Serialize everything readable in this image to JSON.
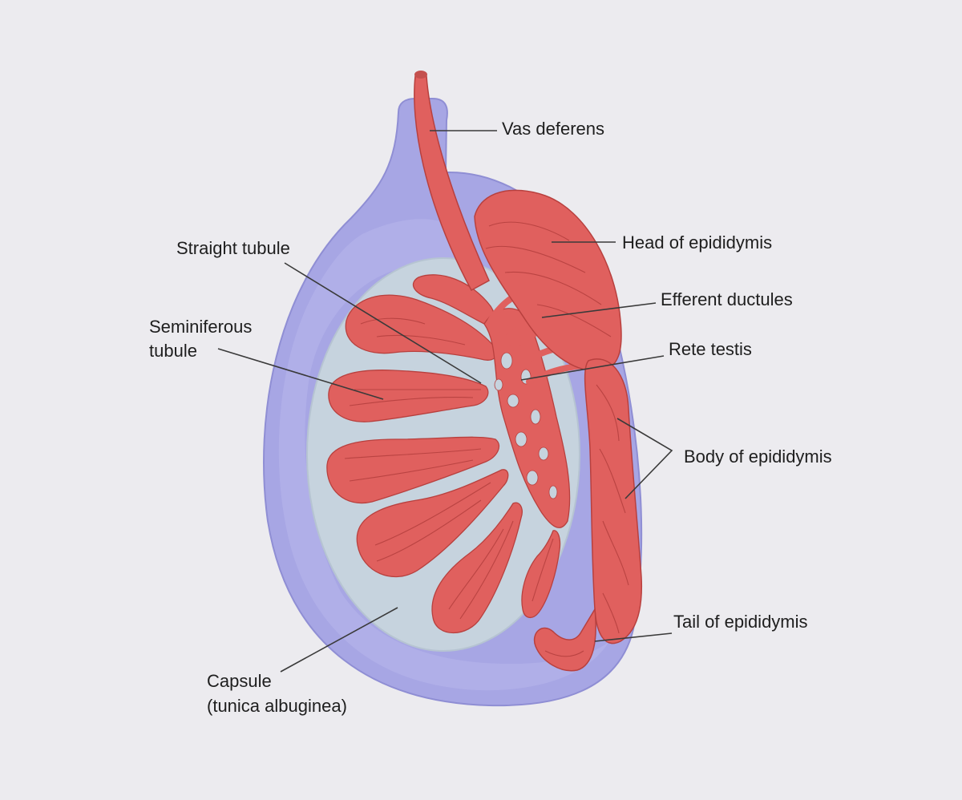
{
  "colors": {
    "background": "#ecebef",
    "tunica": "#a7a6e4",
    "tunica_edge": "#8f8ed4",
    "testis_interior": "#c6d3de",
    "tissue": "#e0605e",
    "tissue_dark": "#b8403e",
    "leader": "#3a3a3a"
  },
  "labels": {
    "vas_deferens": "Vas deferens",
    "head_of_epididymis": "Head of epididymis",
    "straight_tubule": "Straight tubule",
    "efferent_ductules": "Efferent ductules",
    "seminiferous_tubule_line1": "Seminiferous",
    "seminiferous_tubule_line2": "tubule",
    "rete_testis": "Rete testis",
    "body_of_epididymis": "Body of epididymis",
    "tail_of_epididymis": "Tail of epididymis",
    "capsule_line1": "Capsule",
    "capsule_line2": "(tunica albuginea)"
  }
}
